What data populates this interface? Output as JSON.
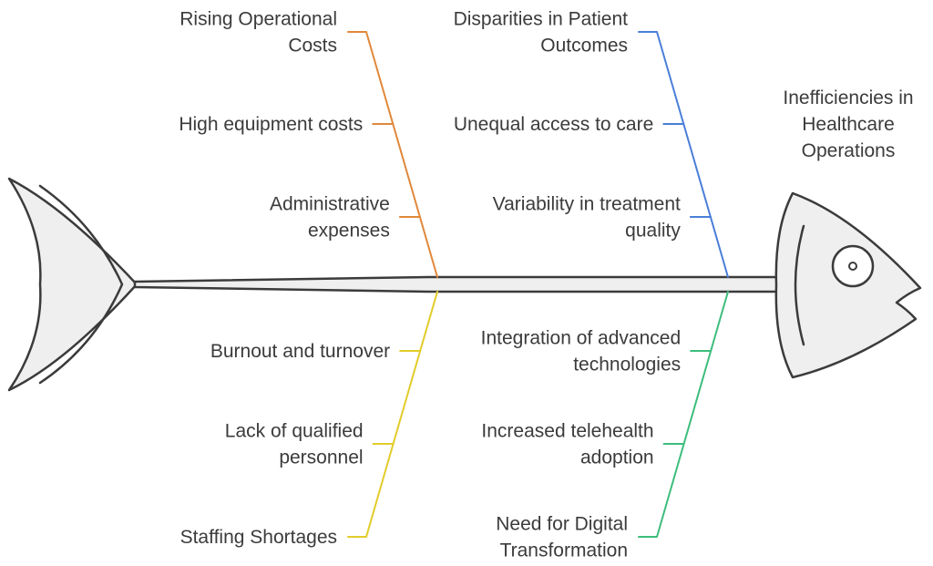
{
  "problem": {
    "lines": [
      "Inefficiencies in",
      "Healthcare",
      "Operations"
    ]
  },
  "categories": [
    {
      "id": "costs",
      "lines": [
        "Rising Operational",
        "Costs"
      ],
      "color": "#e0883a",
      "causes": [
        {
          "lines": [
            "High equipment costs"
          ]
        },
        {
          "lines": [
            "Administrative",
            "expenses"
          ]
        }
      ]
    },
    {
      "id": "outcomes",
      "lines": [
        "Disparities in Patient",
        "Outcomes"
      ],
      "color": "#4a7fd8",
      "causes": [
        {
          "lines": [
            "Unequal access to care"
          ]
        },
        {
          "lines": [
            "Variability in treatment",
            "quality"
          ]
        }
      ]
    },
    {
      "id": "staffing",
      "lines": [
        "Staffing Shortages"
      ],
      "color": "#e2cc2a",
      "causes": [
        {
          "lines": [
            "Burnout and turnover"
          ]
        },
        {
          "lines": [
            "Lack of qualified",
            "personnel"
          ]
        }
      ]
    },
    {
      "id": "digital",
      "lines": [
        "Need for Digital",
        "Transformation"
      ],
      "color": "#3dbd7d",
      "causes": [
        {
          "lines": [
            "Integration of advanced",
            "technologies"
          ]
        },
        {
          "lines": [
            "Increased telehealth",
            "adoption"
          ]
        }
      ]
    }
  ]
}
